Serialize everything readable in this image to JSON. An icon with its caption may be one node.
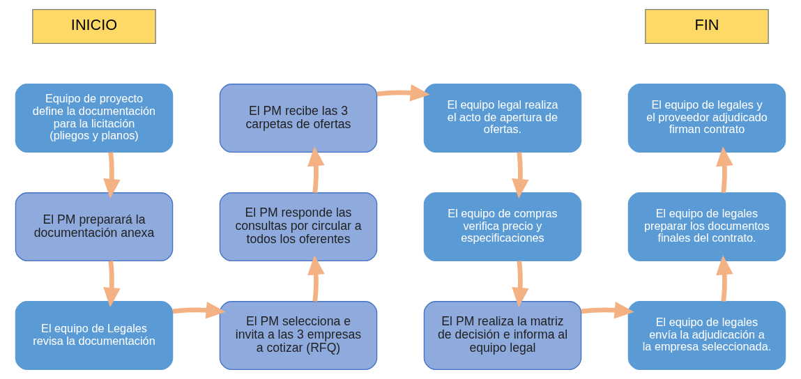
{
  "diagram": {
    "nodes": [
      {
        "text": [
          "INICIO"
        ]
      },
      {
        "text": [
          "Equipo de proyecto define la documentación para la licitación (pliegos y planos)"
        ]
      },
      {
        "text": [
          "El PM preparará la documentación anexa"
        ]
      },
      {
        "text": [
          "El equipo de Legales revisa la documentación"
        ]
      },
      {
        "text": [
          "El PM selecciona e invita a las 3 empresas a cotizar (RFQ)"
        ]
      },
      {
        "text": [
          "El PM responde las consultas por circular a todos los oferentes"
        ]
      },
      {
        "text": [
          "El PM recibe las 3 carpetas de ofertas"
        ]
      },
      {
        "text": [
          "El equipo legal realiza el acto de apertura de ofertas."
        ]
      },
      {
        "text": [
          "El equipo de compras verifica precio y especificaciones"
        ]
      },
      {
        "text": [
          "El PM realiza la matriz de decisión e informa al equipo legal"
        ]
      },
      {
        "text": [
          "El equipo de legales envía la adjudicación a la empresa seleccionada."
        ]
      },
      {
        "text": [
          "El equipo de legales preparar los documentos finales del contrato."
        ]
      },
      {
        "text": [
          "FIN"
        ]
      },
      {
        "text": [
          "El equipo de legales y el proveedor adjudicado firman contrato"
        ]
      }
    ],
    "edges": [
      {
        "from": 1,
        "to": 2,
        "arrow": "to"
      },
      {
        "from": 2,
        "to": 3,
        "arrow": "to"
      },
      {
        "from": 3,
        "to": 4,
        "arrow": "to"
      },
      {
        "from": 4,
        "to": 5,
        "arrow": "to"
      },
      {
        "from": 5,
        "to": 6,
        "arrow": "to"
      },
      {
        "from": 6,
        "to": 7,
        "arrow": "to"
      },
      {
        "from": 7,
        "to": 8,
        "arrow": "to"
      },
      {
        "from": 8,
        "to": 9,
        "arrow": "to"
      },
      {
        "from": 9,
        "to": 10,
        "arrow": "to"
      },
      {
        "from": 10,
        "to": 11,
        "arrow": "to"
      },
      {
        "from": 11,
        "to": 13,
        "arrow": "to"
      }
    ]
  }
}
